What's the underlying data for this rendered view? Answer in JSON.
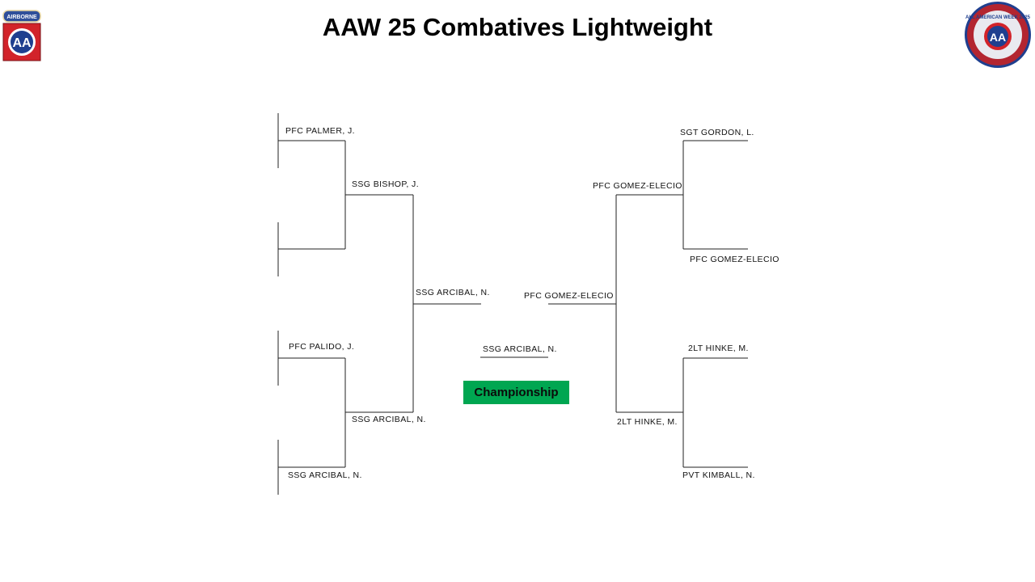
{
  "title": "AAW 25 Combatives Lightweight",
  "logos": {
    "left": {
      "text": "AIRBORNE",
      "monogram": "AA"
    },
    "right": {
      "text": "ALL AMERICAN WEEK 2025",
      "monogram": "AA"
    }
  },
  "bracket": {
    "left": {
      "round1": [
        "PFC PALMER, J.",
        "PFC PALIDO, J.",
        "SSG ARCIBAL, N."
      ],
      "round2": [
        "SSG BISHOP, J.",
        "SSG ARCIBAL, N."
      ],
      "semi": "SSG ARCIBAL, N."
    },
    "right": {
      "round1": [
        "SGT GORDON, L.",
        "PFC GOMEZ-ELECIO",
        "2LT HINKE, M.",
        "PVT KIMBALL, N."
      ],
      "round2": [
        "PFC GOMEZ-ELECIO",
        "2LT HINKE, M."
      ],
      "semi": "PFC GOMEZ-ELECIO"
    },
    "champion": "SSG ARCIBAL, N.",
    "championship_label": "Championship"
  },
  "colors": {
    "championship_fill": "#00a651",
    "line": "#222222",
    "airborne_tab": "#2f4f9a",
    "patch_red": "#d2232a",
    "patch_blue": "#1f3f8f"
  }
}
